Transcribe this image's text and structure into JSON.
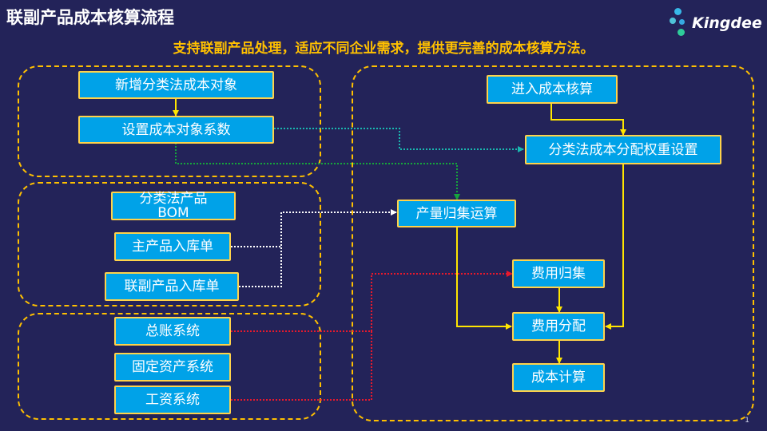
{
  "slide": {
    "title": "联副产品成本核算流程",
    "subtitle": "支持联副产品处理，适应不同企业需求，提供更完善的成本核算方法。",
    "page_number": "1",
    "logo_text": "Kingdee"
  },
  "colors": {
    "background": "#232359",
    "box_fill": "#00a2e8",
    "box_border": "#ffd24a",
    "group_border": "#ffc000",
    "arrow_yellow": "#ffe600",
    "arrow_teal": "#19b8b0",
    "arrow_green": "#16a63c",
    "arrow_white": "#ffffff",
    "arrow_red": "#e8192c"
  },
  "nodes": {
    "new_object": "新增分类法成本对象",
    "set_coefficient": "设置成本对象系数",
    "bom_line1": "分类法产品",
    "bom_line2": "BOM",
    "main_product_receipt": "主产品入库单",
    "joint_product_receipt": "联副产品入库单",
    "general_ledger": "总账系统",
    "fixed_assets": "固定资产系统",
    "payroll": "工资系统",
    "enter_costing": "进入成本核算",
    "weight_setting": "分类法成本分配权重设置",
    "quantity_calc": "产量归集运算",
    "expense_collect": "费用归集",
    "expense_allocate": "费用分配",
    "cost_calc": "成本计算"
  }
}
